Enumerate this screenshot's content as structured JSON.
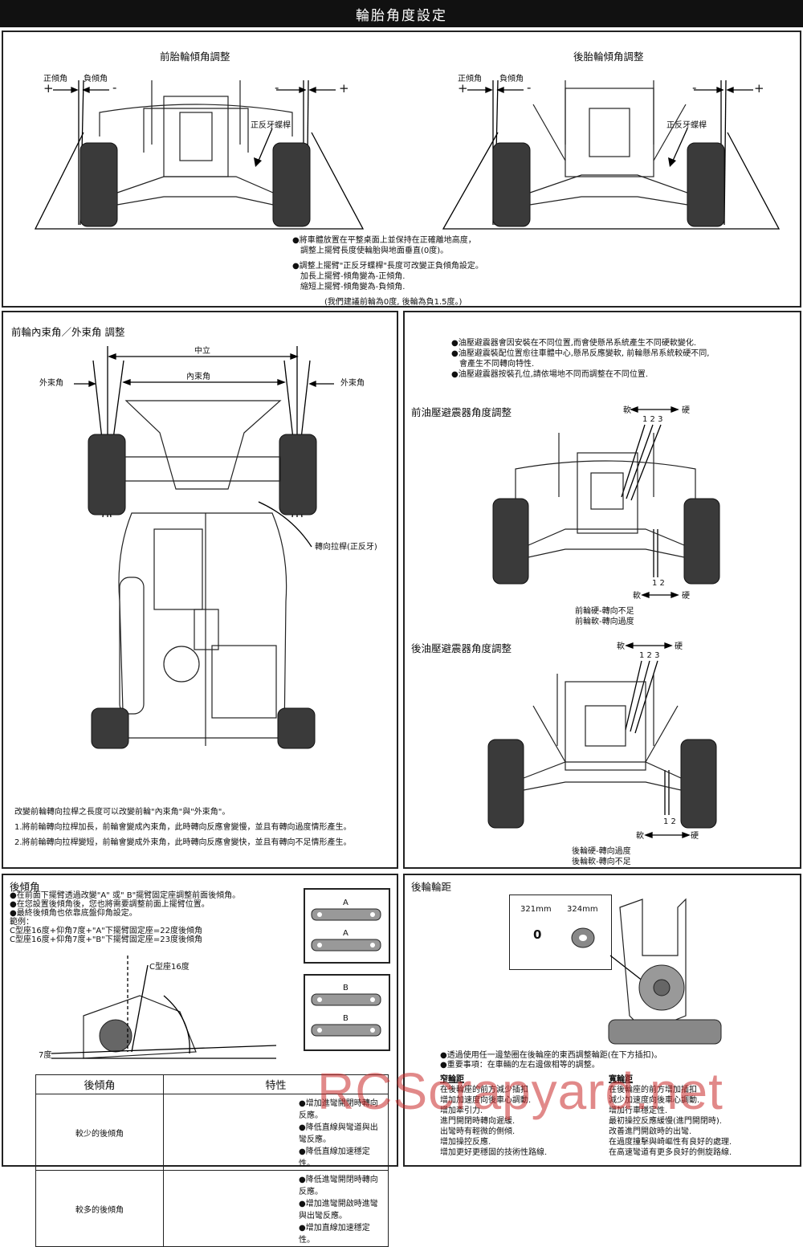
{
  "title": "輪胎角度設定",
  "camber": {
    "front_title": "前胎輪傾角調整",
    "rear_title": "後胎輪傾角調整",
    "positive": "正傾角",
    "negative": "負傾角",
    "plus": "+",
    "minus": "-",
    "turnbuckle": "正反牙蝶桿",
    "notes": [
      "●將車體放置在平整桌面上並保持在正確離地高度，",
      "調整上擺臂長度使輪胎與地面垂直(0度)。",
      "●調整上擺臂\"正反牙蝶桿\"長度可改變正負傾角設定。",
      "加長上擺臂-傾角變為-正傾角.",
      "縮短上擺臂-傾角變為-負傾角.",
      "(我們建議前輪為0度, 後輪為負1.5度。)"
    ]
  },
  "toe": {
    "title": "前輪內束角／外束角 調整",
    "neutral": "中立",
    "toe_in": "內束角",
    "toe_out_left": "外束角",
    "toe_out_right": "外束角",
    "steering_link": "轉向拉桿(正反牙)",
    "notes": [
      "改變前輪轉向拉桿之長度可以改變前輪\"內束角\"與\"外束角\"。",
      "1.將前輪轉向拉桿加長，前輪會變成內束角，此時轉向反應會變慢，並且有轉向過度情形產生。",
      "2.將前輪轉向拉桿變短，前輪會變成外束角，此時轉向反應會變快，並且有轉向不足情形產生。"
    ]
  },
  "shock": {
    "notes": [
      "●油壓避震器會因安裝在不同位置,而會使懸吊系統產生不同硬軟變化.",
      "●油壓避震裝配位置愈往車體中心,懸吊反應變軟, 前輪懸吊系統較硬不同,",
      "會產生不同轉向特性.",
      "●油壓避震器按裝孔位,請依場地不同而調整在不同位置."
    ],
    "front_title": "前油壓避震器角度調整",
    "rear_title": "後油壓避震器角度調整",
    "soft": "軟",
    "hard": "硬",
    "holes_top": "1 2 3",
    "holes_bottom": "1 2",
    "front_result": [
      "前輪硬-轉向不足",
      "前輪軟-轉向過度"
    ],
    "rear_result": [
      "後輪硬-轉向過度",
      "後輪軟-轉向不足"
    ]
  },
  "caster": {
    "title": "後傾角",
    "notes": [
      "●在前面下擺臂透過改變\"A\" 或\" B\"擺臂固定座調整前面後傾角。",
      "●在您設置後傾角後，您也將需要調整前面上擺臂位置。",
      "●最終後傾角也依靠底盤仰角設定。",
      "範例：",
      "C型座16度+仰角7度+\"A\"下擺臂固定座=22度後傾角",
      "C型座16度+仰角7度+\"B\"下擺臂固定座=23度後傾角"
    ],
    "c_mount": "C型座16度",
    "kick": "7度",
    "label_a": "A",
    "label_b": "B",
    "table_head": [
      "後傾角",
      "特性"
    ],
    "rows": [
      {
        "name": "較少的後傾角",
        "items": [
          "●增加進彎開閉時轉向反應。",
          "●降低直線與彎道與出彎反應。",
          "●降低直線加速穩定性。"
        ]
      },
      {
        "name": "較多的後傾角",
        "items": [
          "●降低進彎開閉時轉向反應。",
          "●增加進彎開啟時進彎與出彎反應。",
          "●增加直線加速穩定性。"
        ]
      }
    ]
  },
  "track": {
    "title": "後輪輪距",
    "dim_a": "321mm",
    "dim_b": "324mm",
    "spacer_count": "0",
    "notes": [
      "●透過使用任一邊墊圈在後輪座的東西調整輪距(在下方插扣)。",
      "●重要事項：在車輛的左右邊做相等的調整。"
    ],
    "narrow_title": "窄輪距",
    "narrow_items": [
      "在後輪座的前方減少插扣",
      "增加加速度向後車心調動.",
      "增加牽引力.",
      "進門開閉時轉向遲緩.",
      "出彎時有輕微的側傾.",
      "增加操控反應.",
      "增加更好更穩固的技術性路線."
    ],
    "wide_title": "寬輪距",
    "wide_items": [
      "在後輪座的前方增加插扣",
      "減少加速度向後車心調動.",
      "增加行車穩定性.",
      "最初操控反應緩慢(進門開閉時).",
      "改善進門開啟時的出彎.",
      "在過度撞擊與崎嶇性有良好的處理.",
      "在高速彎道有更多良好的側旋路線."
    ]
  },
  "watermark": "RCScrapyard.net"
}
